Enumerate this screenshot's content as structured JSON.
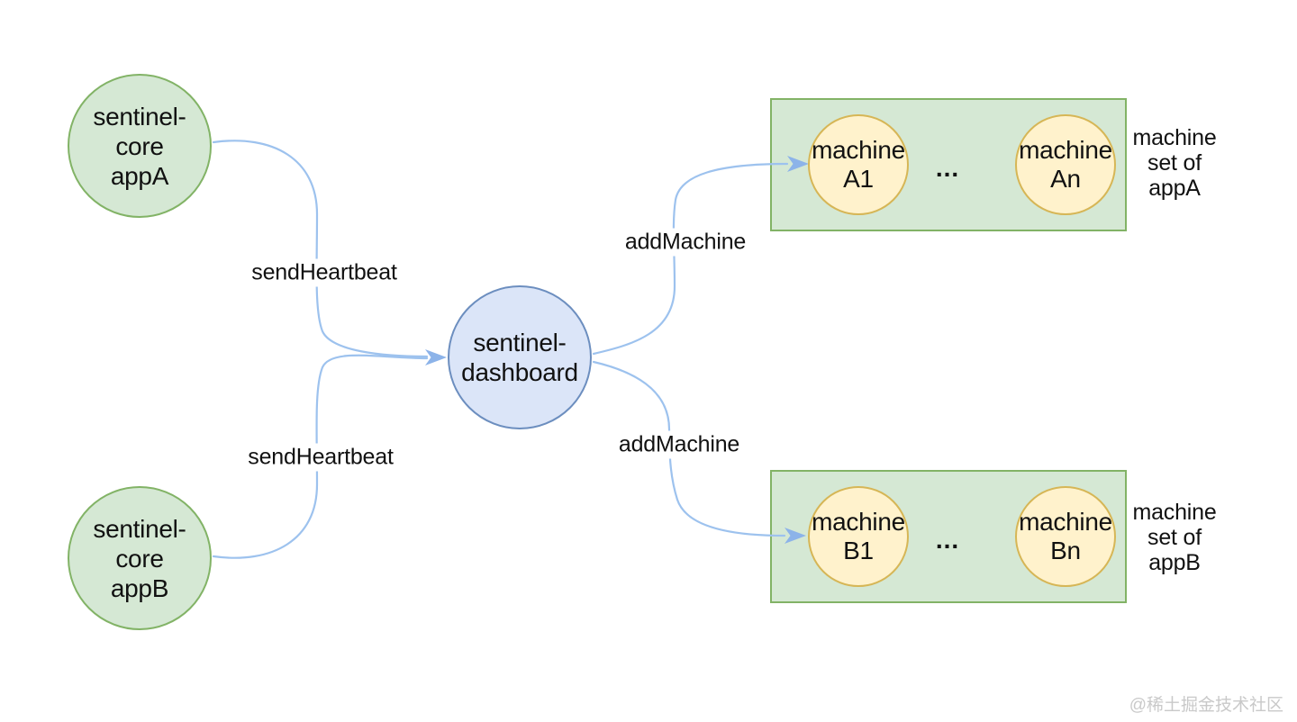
{
  "diagram": {
    "nodes": {
      "appA": {
        "line1": "sentinel-",
        "line2": "core",
        "line3": "appA"
      },
      "appB": {
        "line1": "sentinel-",
        "line2": "core",
        "line3": "appB"
      },
      "dashboard": {
        "line1": "sentinel-",
        "line2": "dashboard"
      },
      "machineA1": {
        "line1": "machine",
        "line2": "A1"
      },
      "machineAn": {
        "line1": "machine",
        "line2": "An"
      },
      "machineB1": {
        "line1": "machine",
        "line2": "B1"
      },
      "machineBn": {
        "line1": "machine",
        "line2": "Bn"
      },
      "ellipsisA": "...",
      "ellipsisB": "..."
    },
    "edge_labels": {
      "heartbeat_appA": "sendHeartbeat",
      "heartbeat_appB": "sendHeartbeat",
      "add_machine_appA": "addMachine",
      "add_machine_appB": "addMachine"
    },
    "group_labels": {
      "setA": {
        "line1": "machine",
        "line2": "set of",
        "line3": "appA"
      },
      "setB": {
        "line1": "machine",
        "line2": "set of",
        "line3": "appB"
      }
    },
    "watermark": "@稀土掘金技术社区"
  },
  "colors": {
    "node_green_fill": "#d5e8d4",
    "node_green_stroke": "#82b366",
    "node_blue_fill": "#dbe5f8",
    "node_blue_stroke": "#6c8ebf",
    "node_yellow_fill": "#fff2cc",
    "node_yellow_stroke": "#d6b656",
    "edge_line": "#9dc2ee",
    "edge_arrow": "#8cb3e9",
    "watermark_text": "#c9c9c9",
    "diagram_text": "#111111"
  }
}
